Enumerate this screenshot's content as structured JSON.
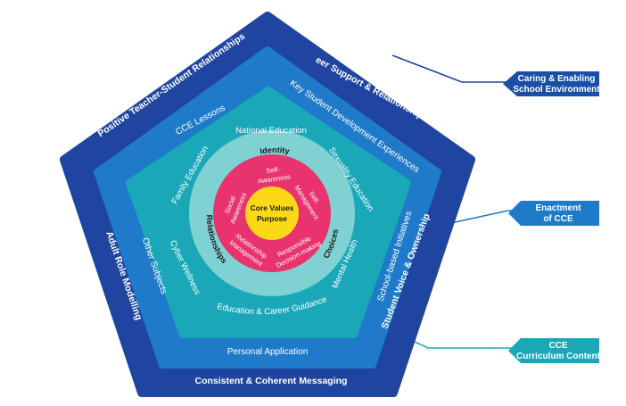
{
  "colors": {
    "outer": "#1f45a0",
    "layer2": "#1f7ac9",
    "layer3": "#1aa8b9",
    "inner_ring": "#7fd1d2",
    "ring": "#e8336f",
    "core": "#fbd916",
    "label_box": "#1a4fa8",
    "connector_teal": "#1aa8b9"
  },
  "outer_layer": {
    "top_left": "Positive Teacher-Student Relationships",
    "top_right": "Peer Support & Relationships",
    "right": "Student Voice & Ownership",
    "bottom": "Consistent & Coherent Messaging",
    "left": "Adult Role Modelling"
  },
  "middle_layer": {
    "top_left": "CCE Lessons",
    "top_right": "Key Student Development Experiences",
    "right": "School-based Initiatives",
    "bottom": "Personal Application",
    "left": "Other Subjects"
  },
  "inner_layer": {
    "top": "National Education",
    "top_right": "Sexuality Education",
    "right": "Mental Health",
    "bottom": "Education & Career Guidance",
    "left": "Cyber Wellness",
    "top_left": "Family Education"
  },
  "ring_labels": {
    "identity": "Identity",
    "relationships": "Relationships",
    "choices": "Choices"
  },
  "competencies": {
    "self_awareness_1": "Self-",
    "self_awareness_2": "Awareness",
    "self_management_1": "Self-",
    "self_management_2": "Management",
    "social_awareness_1": "Social",
    "social_awareness_2": "Awareness",
    "relationship_mgmt_1": "Relationship",
    "relationship_mgmt_2": "Management",
    "decision_making_1": "Responsible",
    "decision_making_2": "Decision-making"
  },
  "core": {
    "line1": "Core Values",
    "line2": "Purpose"
  },
  "callouts": {
    "environment": {
      "line1": "Caring & Enabling",
      "line2": "School Environment"
    },
    "enactment": {
      "line1": "Enactment",
      "line2": "of CCE"
    },
    "curriculum": {
      "line1": "CCE",
      "line2": "Curriculum Content"
    }
  }
}
